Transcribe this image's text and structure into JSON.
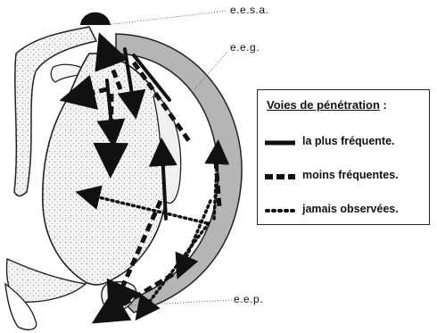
{
  "labels": {
    "eesa": "e.e.s.a.",
    "eeg": "e.e.g.",
    "eep": "e.e.p."
  },
  "legend": {
    "title": "Voies de pénétration",
    "colon": ":",
    "items": [
      {
        "style": "solid",
        "label": "la plus fréquente."
      },
      {
        "style": "dashed",
        "label": "moins fréquentes."
      },
      {
        "style": "dotted",
        "label": "jamais observées."
      }
    ]
  },
  "colors": {
    "ink": "#111111",
    "gray_band": "#b5b5b5",
    "stipple": "#d9d9d9"
  }
}
